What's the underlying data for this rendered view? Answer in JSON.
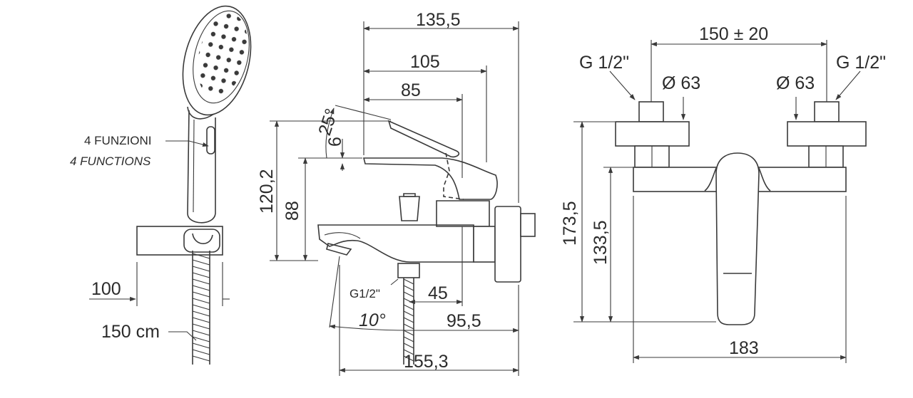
{
  "handshower": {
    "label_it": "4 FUNZIONI",
    "label_en": "4 FUNCTIONS",
    "dim_width": "100",
    "hose_length": "150 cm"
  },
  "side_view": {
    "dim_total_width": "135,5",
    "dim_105": "105",
    "dim_85": "85",
    "dim_lever_angle": "25°",
    "dim_lever_offset": "6",
    "dim_total_height": "120,2",
    "dim_spout_height": "88",
    "dim_inlet_thread": "G1/2\"",
    "dim_45": "45",
    "dim_spout_angle": "10°",
    "dim_95_5": "95,5",
    "dim_155_3": "155,3"
  },
  "front_view": {
    "dim_inlet_spacing": "150 ± 20",
    "thread_left": "G 1/2\"",
    "thread_right": "G 1/2\"",
    "diameter_left": "Ø 63",
    "diameter_right": "Ø 63",
    "dim_total_height": "173,5",
    "dim_body_height": "133,5",
    "dim_width": "183"
  }
}
